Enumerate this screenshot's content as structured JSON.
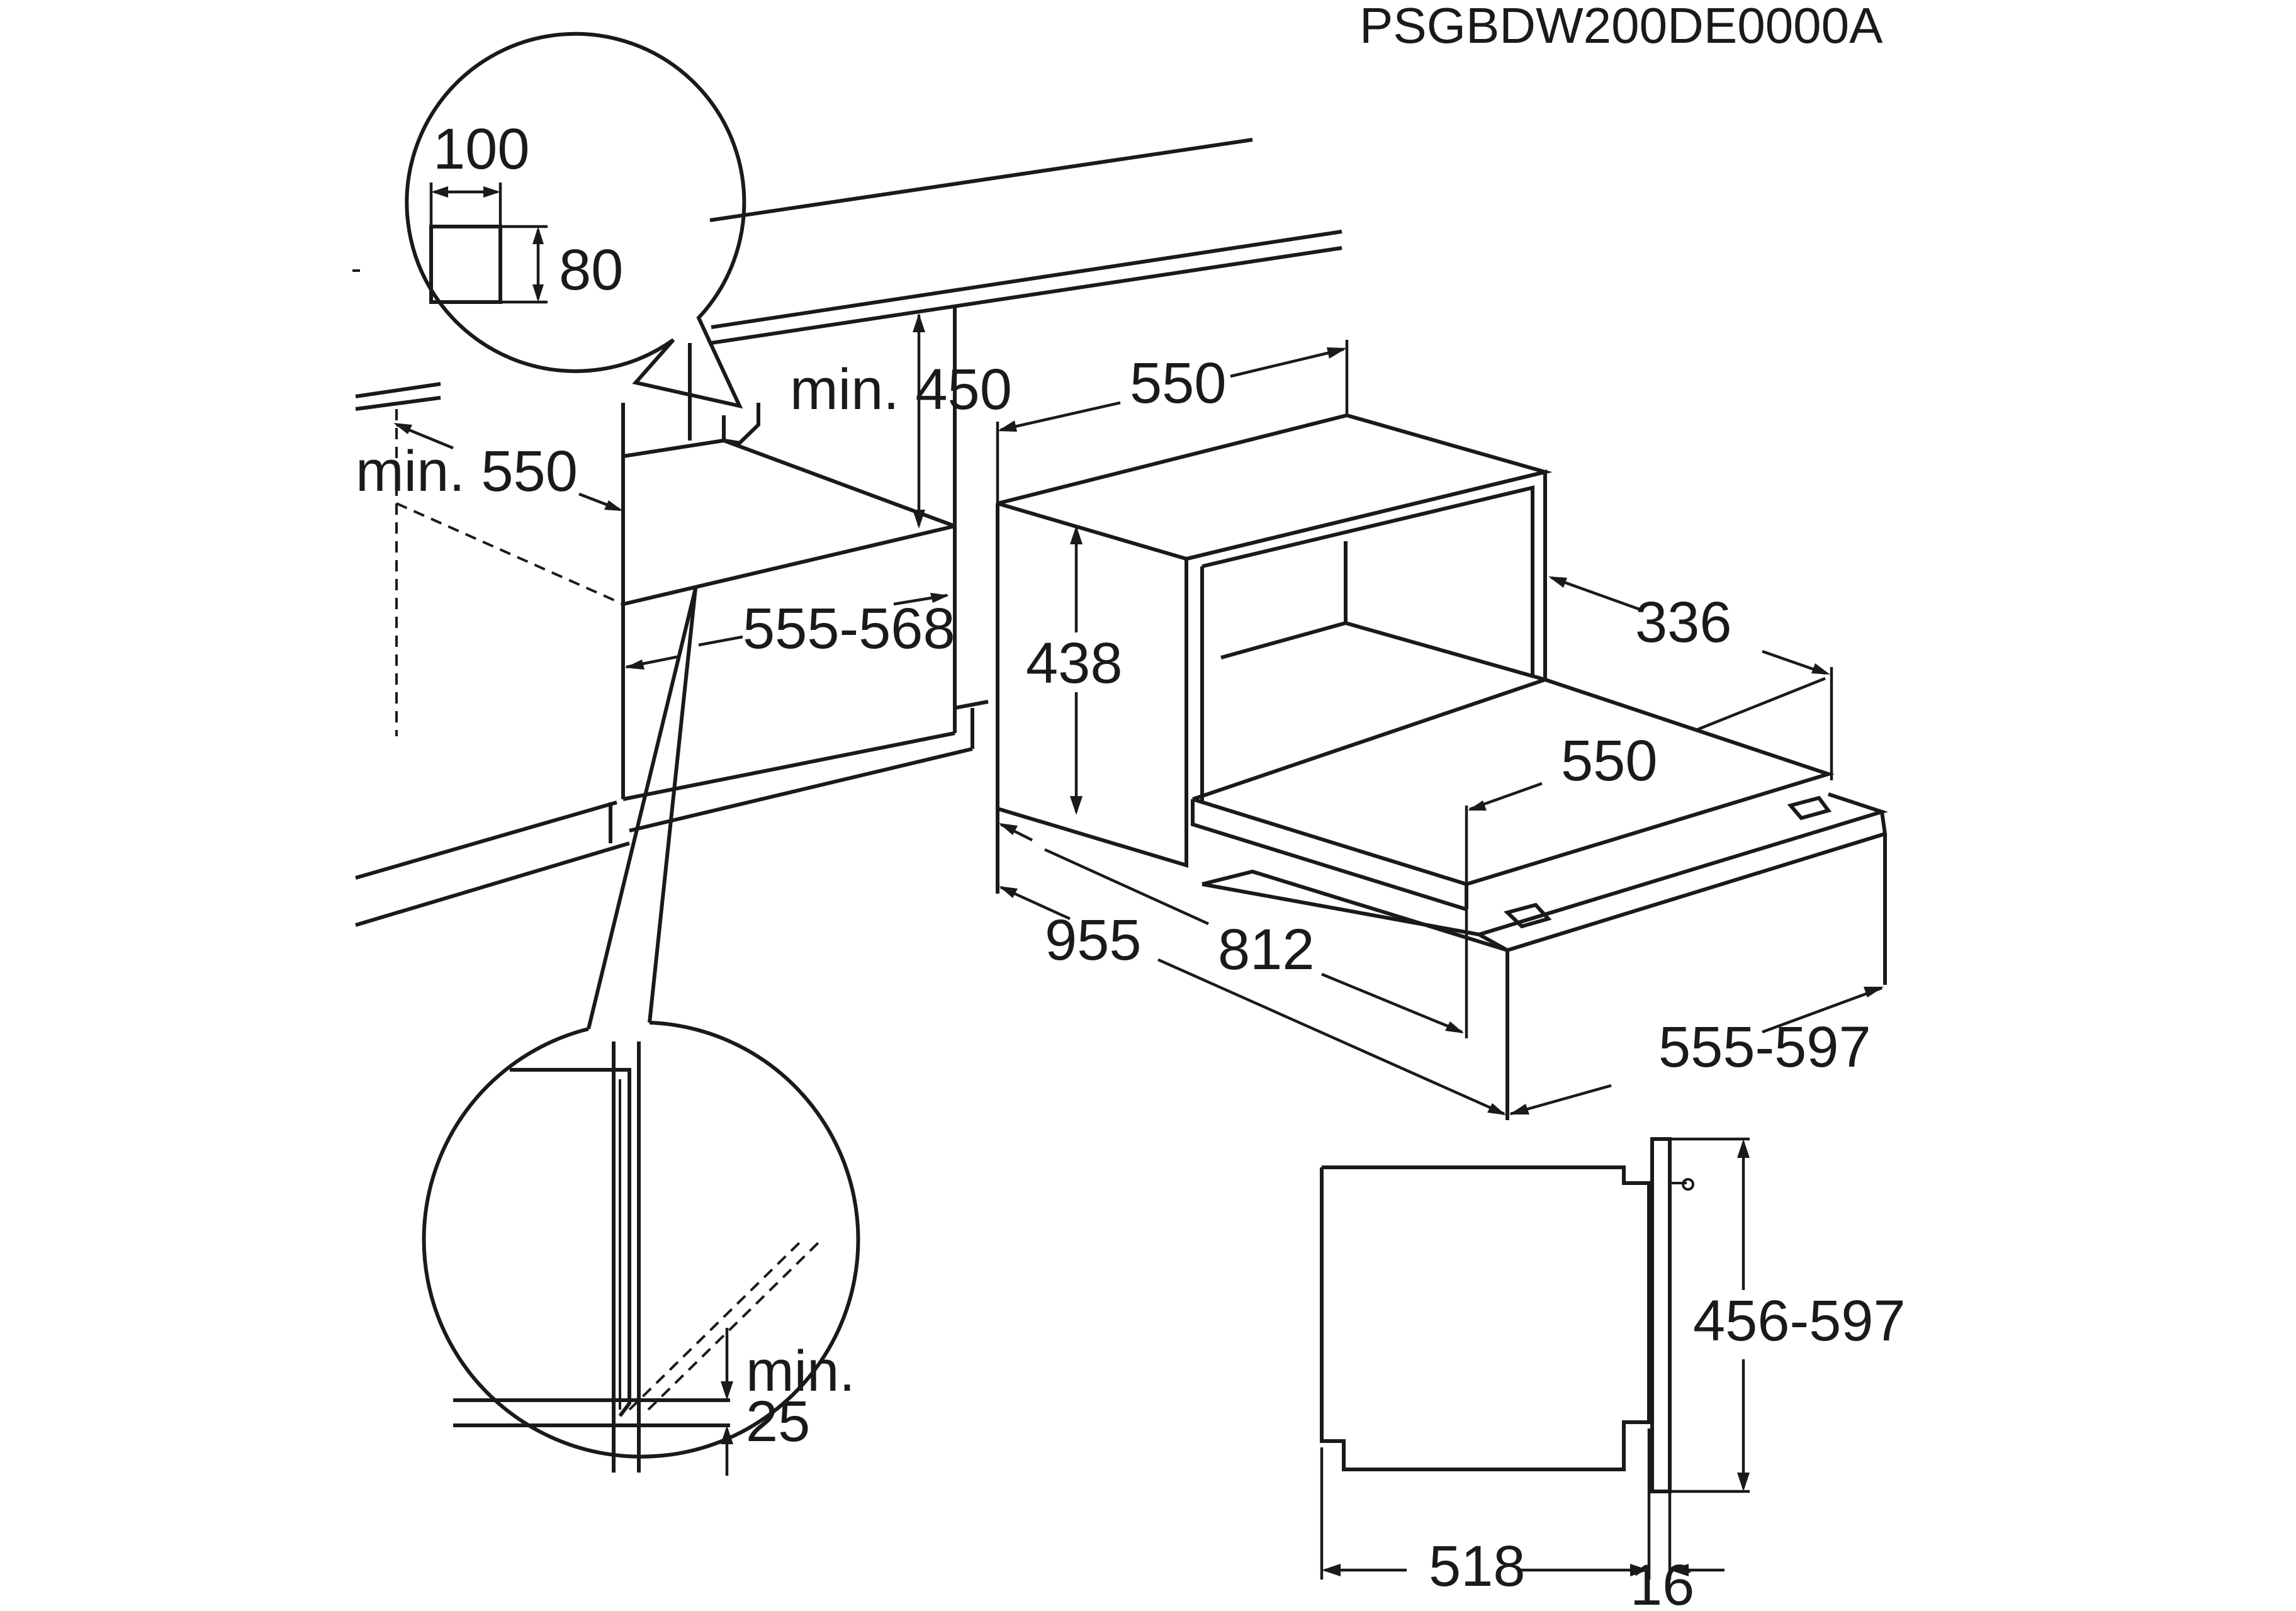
{
  "document": {
    "code": "PSGBDW200DE0000A"
  },
  "vent_detail": {
    "width": "100",
    "height": "80"
  },
  "niche": {
    "min_depth": "min. 550",
    "min_height_above": "min. 450",
    "niche_width": "555-568"
  },
  "appliance": {
    "width_top": "550",
    "height": "438",
    "depth_body": "336",
    "drawer_width": "550",
    "depth_open_total": "955",
    "depth_drawer": "812",
    "front_width": "555-597"
  },
  "side_view": {
    "front_height": "456-597",
    "body_depth": "518",
    "front_thickness": "16"
  },
  "clearance_detail": {
    "label_min": "min.",
    "label_value": "25"
  }
}
